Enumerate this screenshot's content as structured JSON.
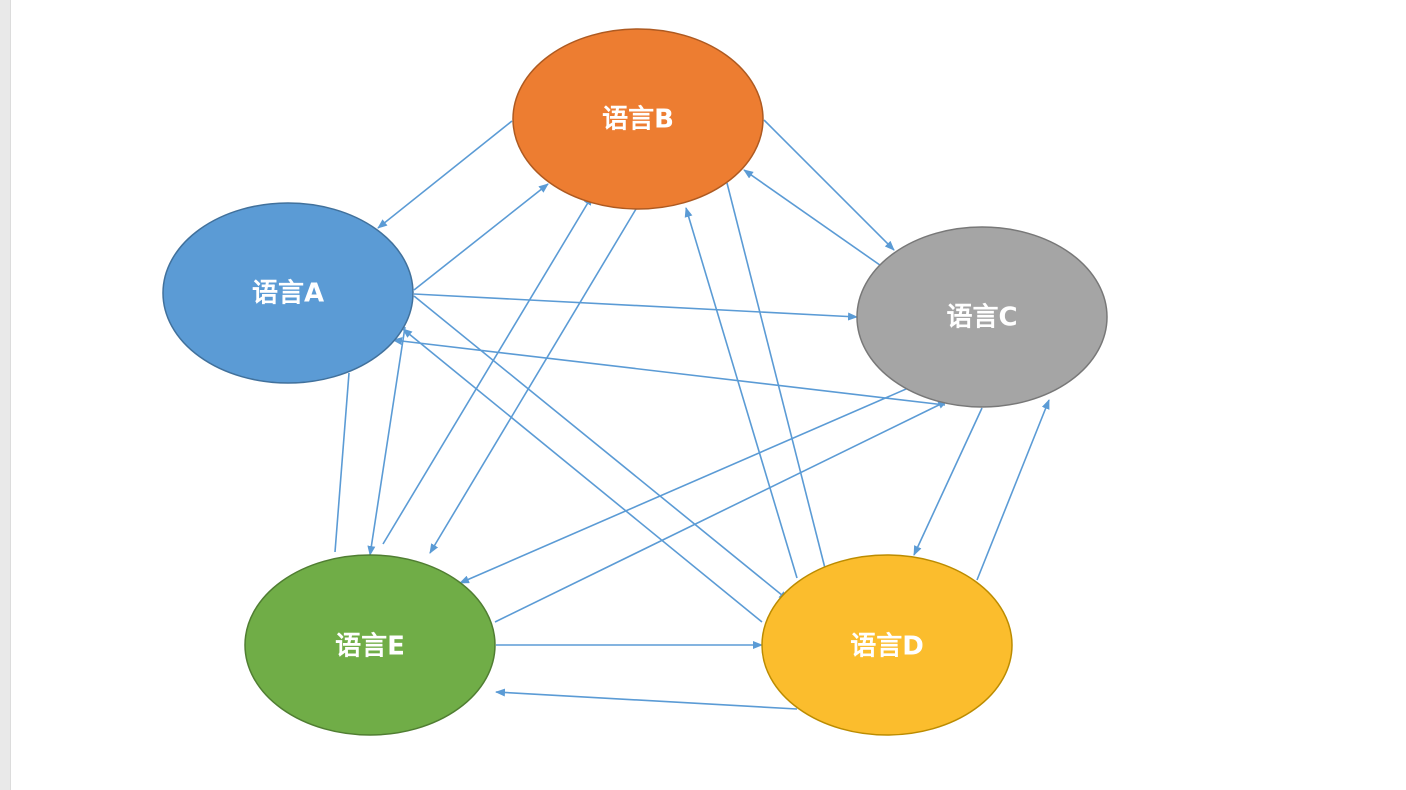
{
  "nodes": [
    {
      "id": "A",
      "label": "语言A",
      "fill": "#5b9bd5",
      "stroke": "#41719c"
    },
    {
      "id": "B",
      "label": "语言B",
      "fill": "#ed7d31",
      "stroke": "#ae5a21"
    },
    {
      "id": "C",
      "label": "语言C",
      "fill": "#a5a5a5",
      "stroke": "#787878"
    },
    {
      "id": "D",
      "label": "语言D",
      "fill": "#fbbd2d",
      "stroke": "#bc8c00"
    },
    {
      "id": "E",
      "label": "语言E",
      "fill": "#70ad47",
      "stroke": "#507e32"
    }
  ],
  "edges": [
    {
      "from": "B",
      "to": "A"
    },
    {
      "from": "A",
      "to": "B"
    },
    {
      "from": "A",
      "to": "C"
    },
    {
      "from": "C",
      "to": "A"
    },
    {
      "from": "A",
      "to": "D"
    },
    {
      "from": "D",
      "to": "A"
    },
    {
      "from": "A",
      "to": "E"
    },
    {
      "from": "E",
      "to": "A"
    },
    {
      "from": "B",
      "to": "C"
    },
    {
      "from": "C",
      "to": "B"
    },
    {
      "from": "B",
      "to": "D"
    },
    {
      "from": "D",
      "to": "B"
    },
    {
      "from": "B",
      "to": "E"
    },
    {
      "from": "E",
      "to": "B"
    },
    {
      "from": "C",
      "to": "D"
    },
    {
      "from": "D",
      "to": "C"
    },
    {
      "from": "C",
      "to": "E"
    },
    {
      "from": "E",
      "to": "C"
    },
    {
      "from": "E",
      "to": "D"
    },
    {
      "from": "D",
      "to": "E"
    }
  ],
  "colors": {
    "edge": "#5b9bd5",
    "label": "#ffffff",
    "background": "#ffffff"
  }
}
